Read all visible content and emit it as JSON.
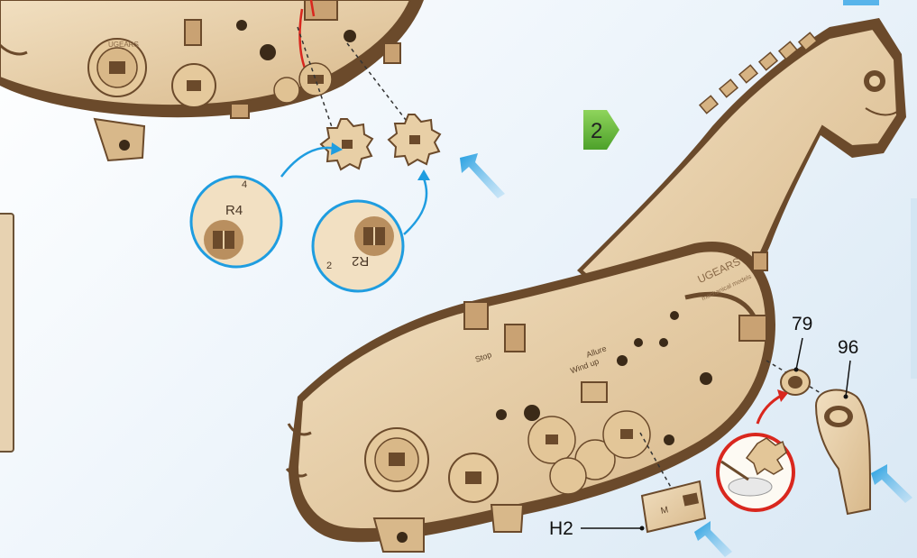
{
  "step": {
    "number": "2",
    "color": "#6cbb3c"
  },
  "callouts": {
    "gear_a": "R4",
    "gear_b": "R2",
    "ring_a_number": "4",
    "ring_b_number": "2"
  },
  "part_labels": {
    "p79": "79",
    "p96": "96",
    "h2": "H2"
  },
  "engravings": {
    "brand": "UGEARS",
    "tagline": "mechanical models",
    "allure": "Allure",
    "windup": "Wind up",
    "stop": "Stop",
    "plate_mark": "M"
  },
  "colors": {
    "wood_light": "#e6cda4",
    "wood_mid": "#c9a273",
    "wood_dark": "#6b4a2b",
    "arrow_blue": "#1f9de0",
    "callout_red": "#d9271e"
  }
}
